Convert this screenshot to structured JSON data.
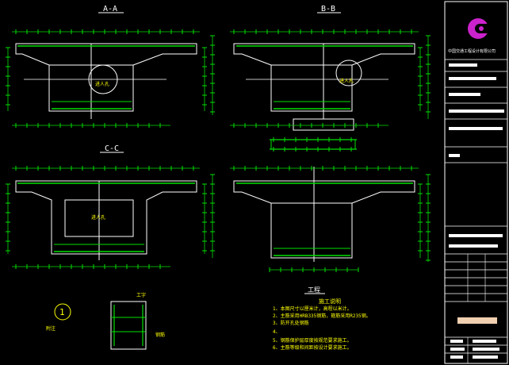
{
  "sections": {
    "aa": "A-A",
    "bb": "B-B",
    "cc": "C-C",
    "plan": "工程"
  },
  "labels": {
    "manhole_1": "进人孔",
    "manhole_2": "进人孔",
    "manhole_3": "进人孔",
    "detail_circle": "1",
    "detail_title": "工字",
    "detail_caption": "附注",
    "detail_side": "钢筋",
    "notes_title": "施工说明",
    "note_1": "1、本图尺寸以厘米计，高程以米计。",
    "note_2": "2、主筋采用HRB335钢筋，箍筋采用R235钢。",
    "note_3": "3、防开孔处钢筋",
    "note_4": "4、",
    "note_5": "5、钢筋保护层厚度按规范要求施工。",
    "note_6": "6、主筋等级和间距按设计要求施工。"
  },
  "title_block": {
    "company": "中国交通工程设计有限公司",
    "logo_color": "#cc22cc"
  },
  "colors": {
    "outline": "#ffffff",
    "rebar": "#00e000",
    "text": "#ffff00",
    "dim": "#00e0e0",
    "accent": "#ff33ff",
    "red": "#ff3030"
  }
}
